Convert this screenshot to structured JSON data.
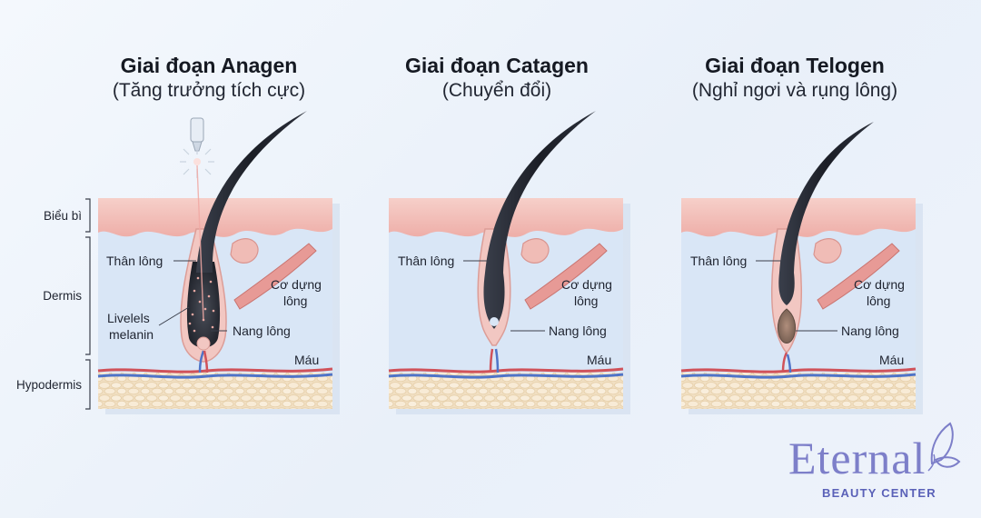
{
  "stages": [
    {
      "title": "Giai đoạn Anagen",
      "subtitle": "(Tăng trưởng tích cực)"
    },
    {
      "title": "Giai đoạn Catagen",
      "subtitle": "(Chuyển đổi)"
    },
    {
      "title": "Giai đoạn Telogen",
      "subtitle": "(Nghỉ ngơi và rụng lông)"
    }
  ],
  "layers": {
    "epidermis": "Biểu bì",
    "dermis": "Dermis",
    "hypodermis": "Hypodermis"
  },
  "labels": {
    "hair_shaft": "Thân lông",
    "muscle_line1": "Cơ dựng",
    "muscle_line2": "lông",
    "follicle": "Nang lông",
    "blood": "Máu",
    "melanin_line1": "Livelels",
    "melanin_line2": "melanin"
  },
  "logo": {
    "name": "Eternal",
    "tagline": "BEAUTY CENTER"
  },
  "colors": {
    "skin_top": "#f3c3bd",
    "dermis": "#d9e6f6",
    "hypodermis": "#f3e3c9",
    "hair": "#1f232c",
    "vessel_red": "#d0525a",
    "vessel_blue": "#4f74c8",
    "muscle": "#e79a96",
    "logo": "#7d7fc9"
  }
}
